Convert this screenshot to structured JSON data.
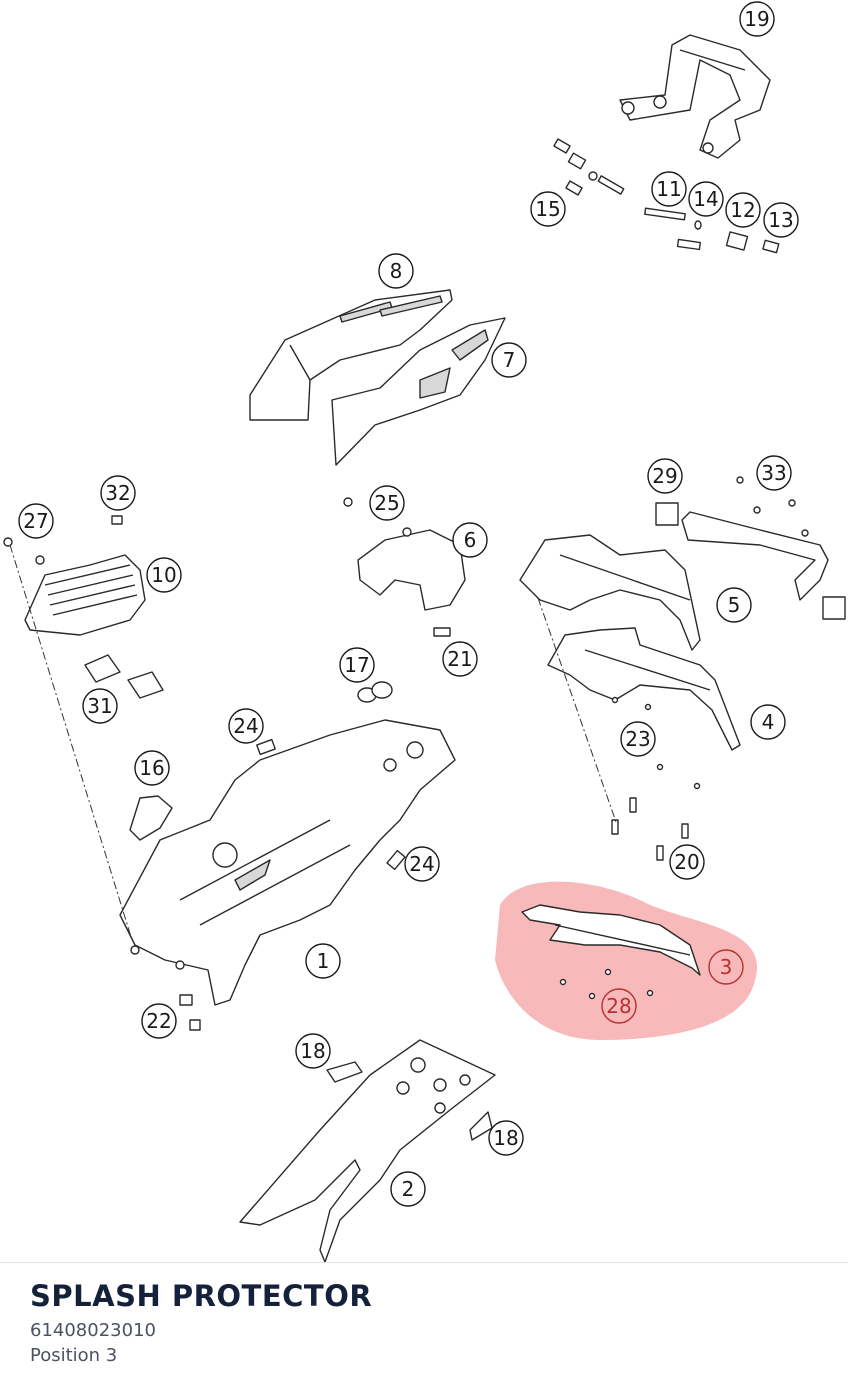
{
  "diagram": {
    "callouts": [
      "1",
      "2",
      "3",
      "4",
      "5",
      "6",
      "7",
      "8",
      "10",
      "11",
      "12",
      "13",
      "14",
      "15",
      "16",
      "17",
      "18",
      "18",
      "19",
      "20",
      "21",
      "22",
      "23",
      "24",
      "24",
      "25",
      "27",
      "28",
      "29",
      "31",
      "32",
      "33"
    ],
    "selected_callout": "3",
    "highlight_color": "#f08080"
  },
  "part": {
    "name": "SPLASH PROTECTOR",
    "number": "61408023010",
    "position": "Position 3"
  }
}
